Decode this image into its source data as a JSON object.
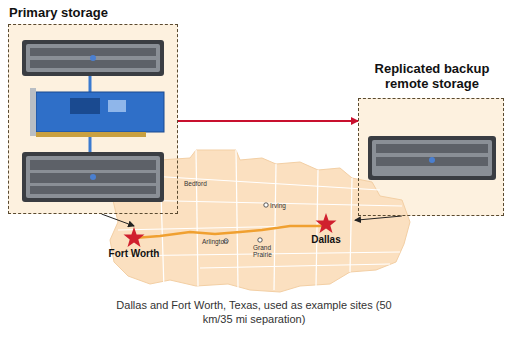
{
  "diagram": {
    "caption": "Dallas and Fort Worth, Texas, used as example sites (50 km/35 mi separation)",
    "nodes": [
      {
        "text": [
          "Primary storage"
        ]
      },
      {
        "text": [
          "Replicated backup remote storage"
        ]
      },
      {
        "text": [
          "Fort Worth"
        ]
      },
      {
        "text": [
          "Dallas"
        ]
      }
    ],
    "edges": [
      {
        "from": 0,
        "to": 1,
        "arrow": "to"
      },
      {
        "from": 0,
        "to": 2,
        "arrow": "to"
      },
      {
        "from": 1,
        "to": 3,
        "arrow": "to"
      }
    ],
    "labels": [
      "Bedford",
      "Irving",
      "Arlington",
      "Grand Prairie"
    ]
  }
}
